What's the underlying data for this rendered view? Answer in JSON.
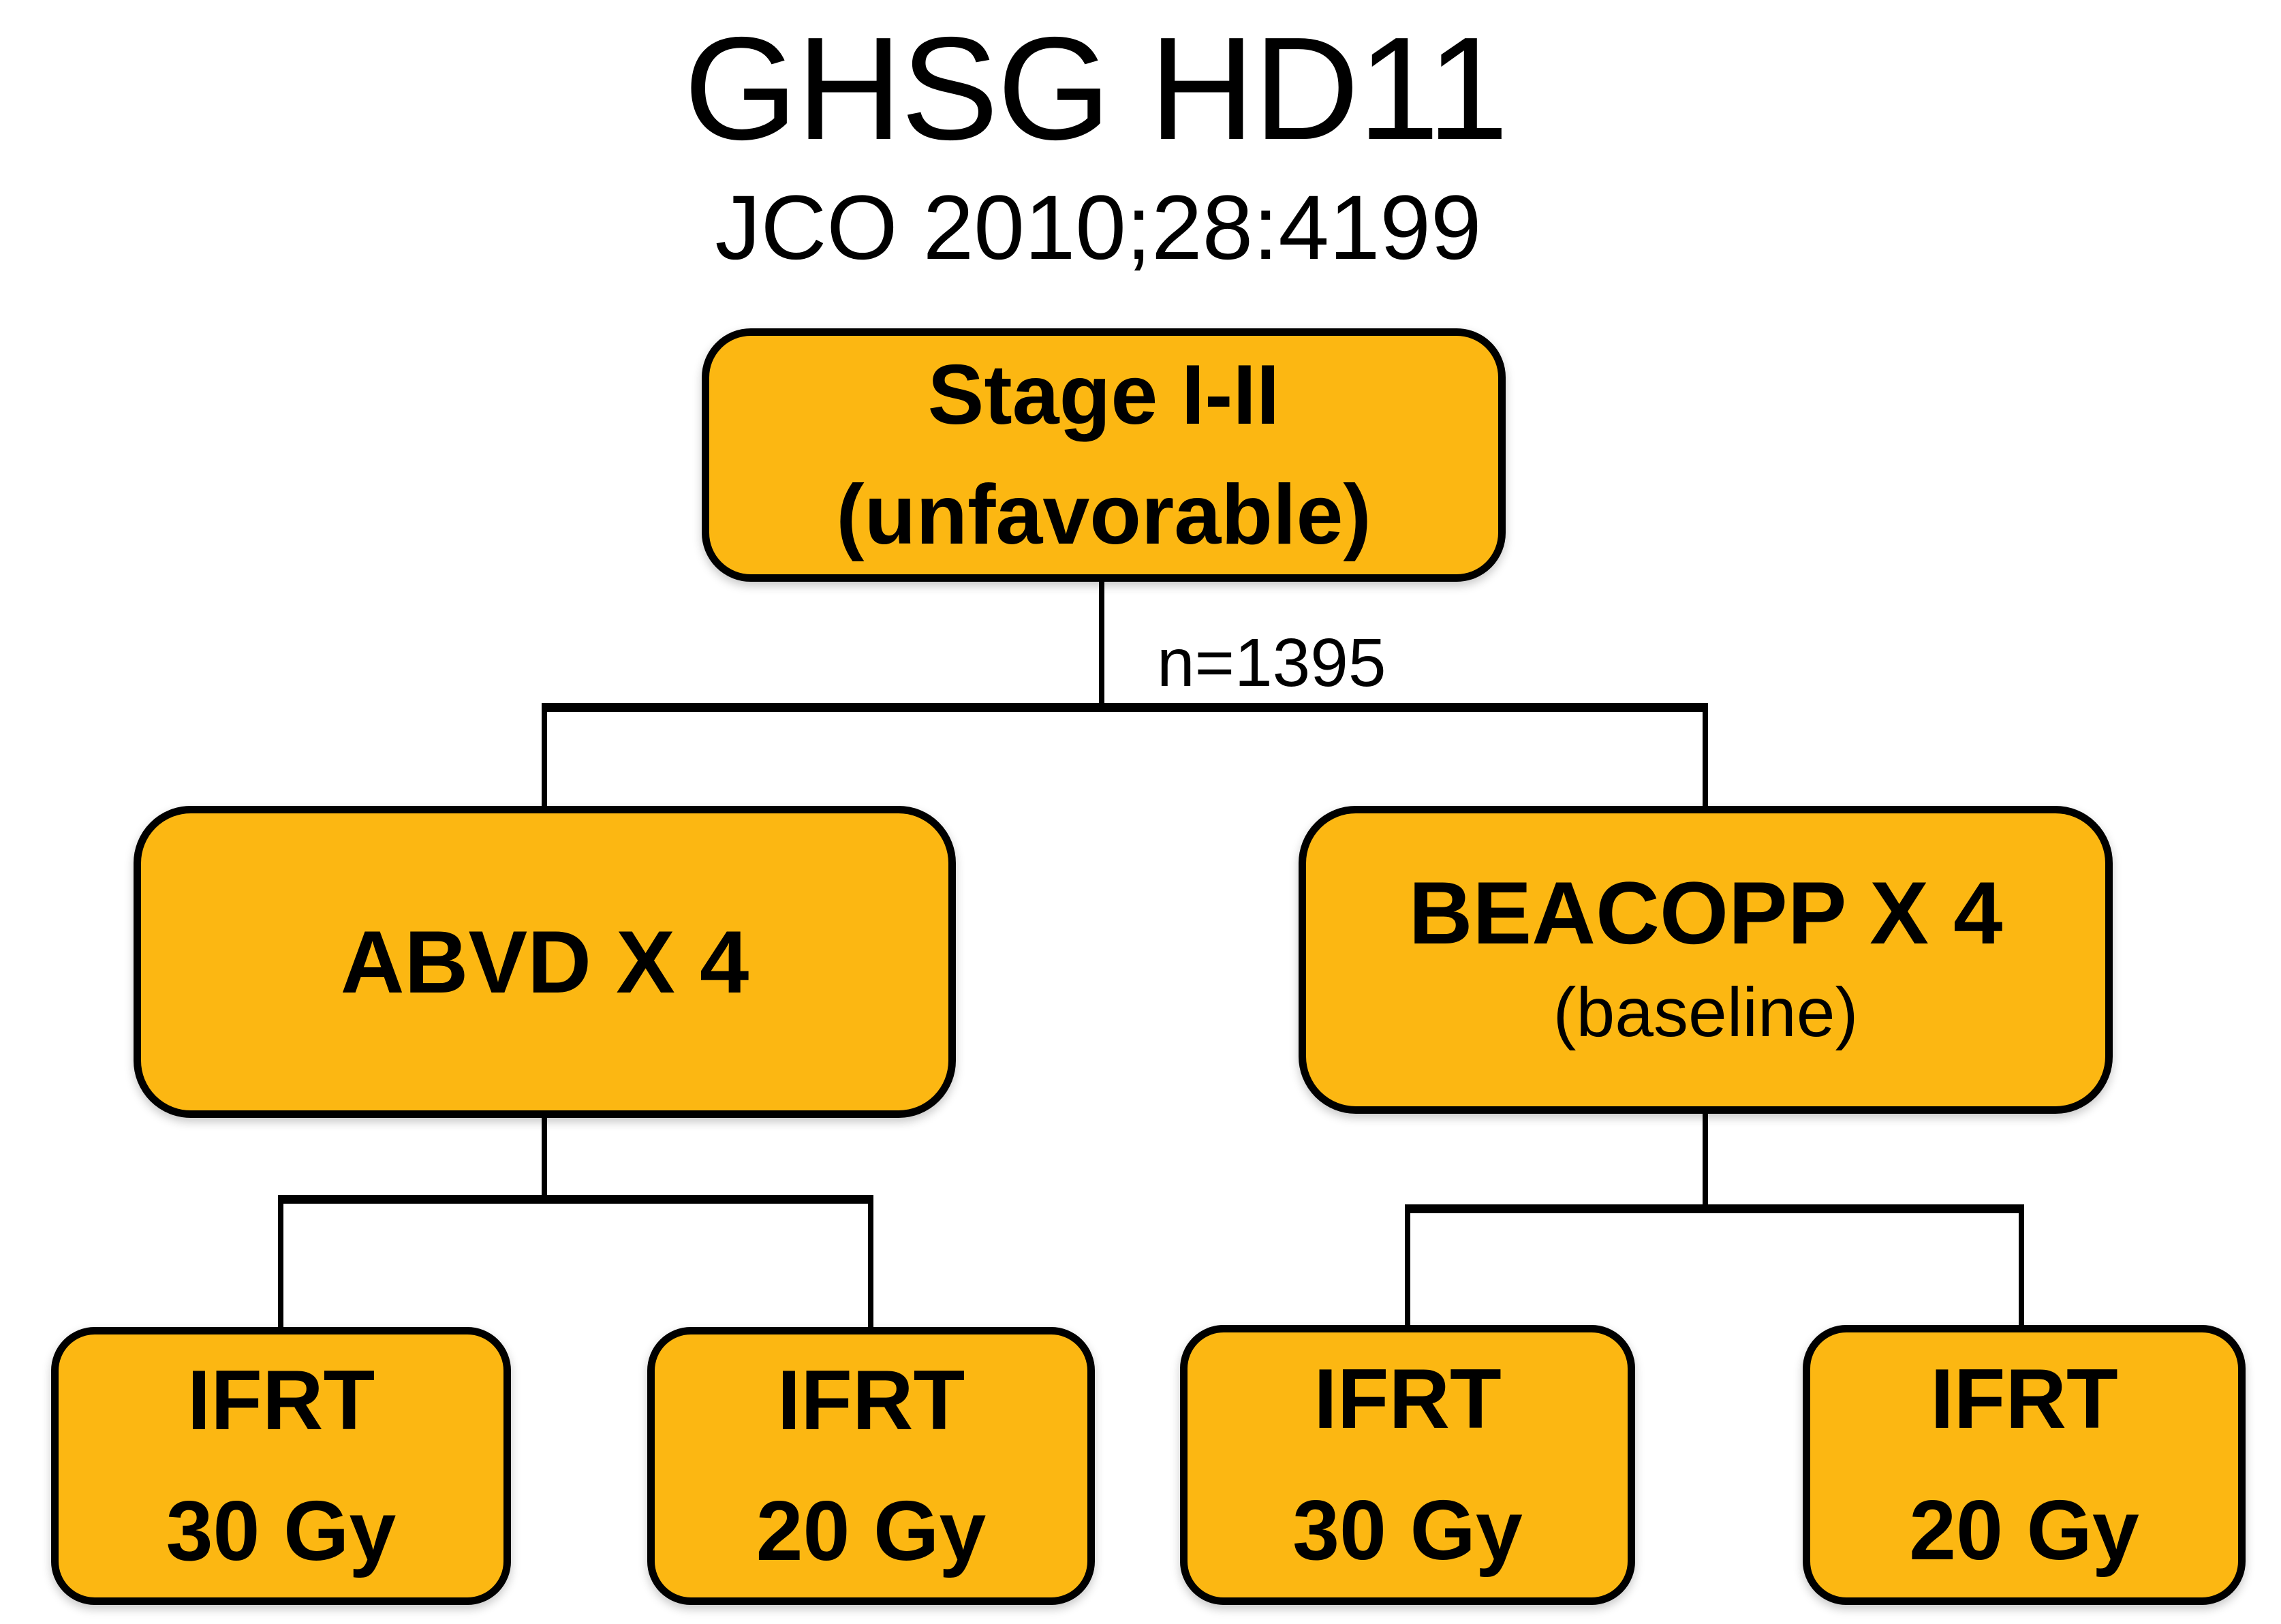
{
  "title": "GHSG HD11",
  "subtitle": "JCO 2010;28:4199",
  "colors": {
    "box_fill": "#FCB712",
    "box_border": "#000000",
    "connector_line": "#000000",
    "text": "#000000",
    "background": "#FFFFFF"
  },
  "enrollment": {
    "n_label": "n=1395"
  },
  "nodes": {
    "root": {
      "line1": "Stage I-II",
      "line2": "(unfavorable)"
    },
    "arm_left": {
      "line1": "ABVD X 4"
    },
    "arm_right": {
      "line1": "BEACOPP X 4",
      "line2": "(baseline)"
    },
    "leaf1": {
      "line1": "IFRT",
      "line2": "30 Gy"
    },
    "leaf2": {
      "line1": "IFRT",
      "line2": "20 Gy"
    },
    "leaf3": {
      "line1": "IFRT",
      "line2": "30 Gy"
    },
    "leaf4": {
      "line1": "IFRT",
      "line2": "20 Gy"
    }
  },
  "edges": [
    {
      "from": "root",
      "to": "arm_left",
      "label": "n=1395"
    },
    {
      "from": "root",
      "to": "arm_right",
      "label": "n=1395"
    },
    {
      "from": "arm_left",
      "to": "leaf1"
    },
    {
      "from": "arm_left",
      "to": "leaf2"
    },
    {
      "from": "arm_right",
      "to": "leaf3"
    },
    {
      "from": "arm_right",
      "to": "leaf4"
    }
  ]
}
